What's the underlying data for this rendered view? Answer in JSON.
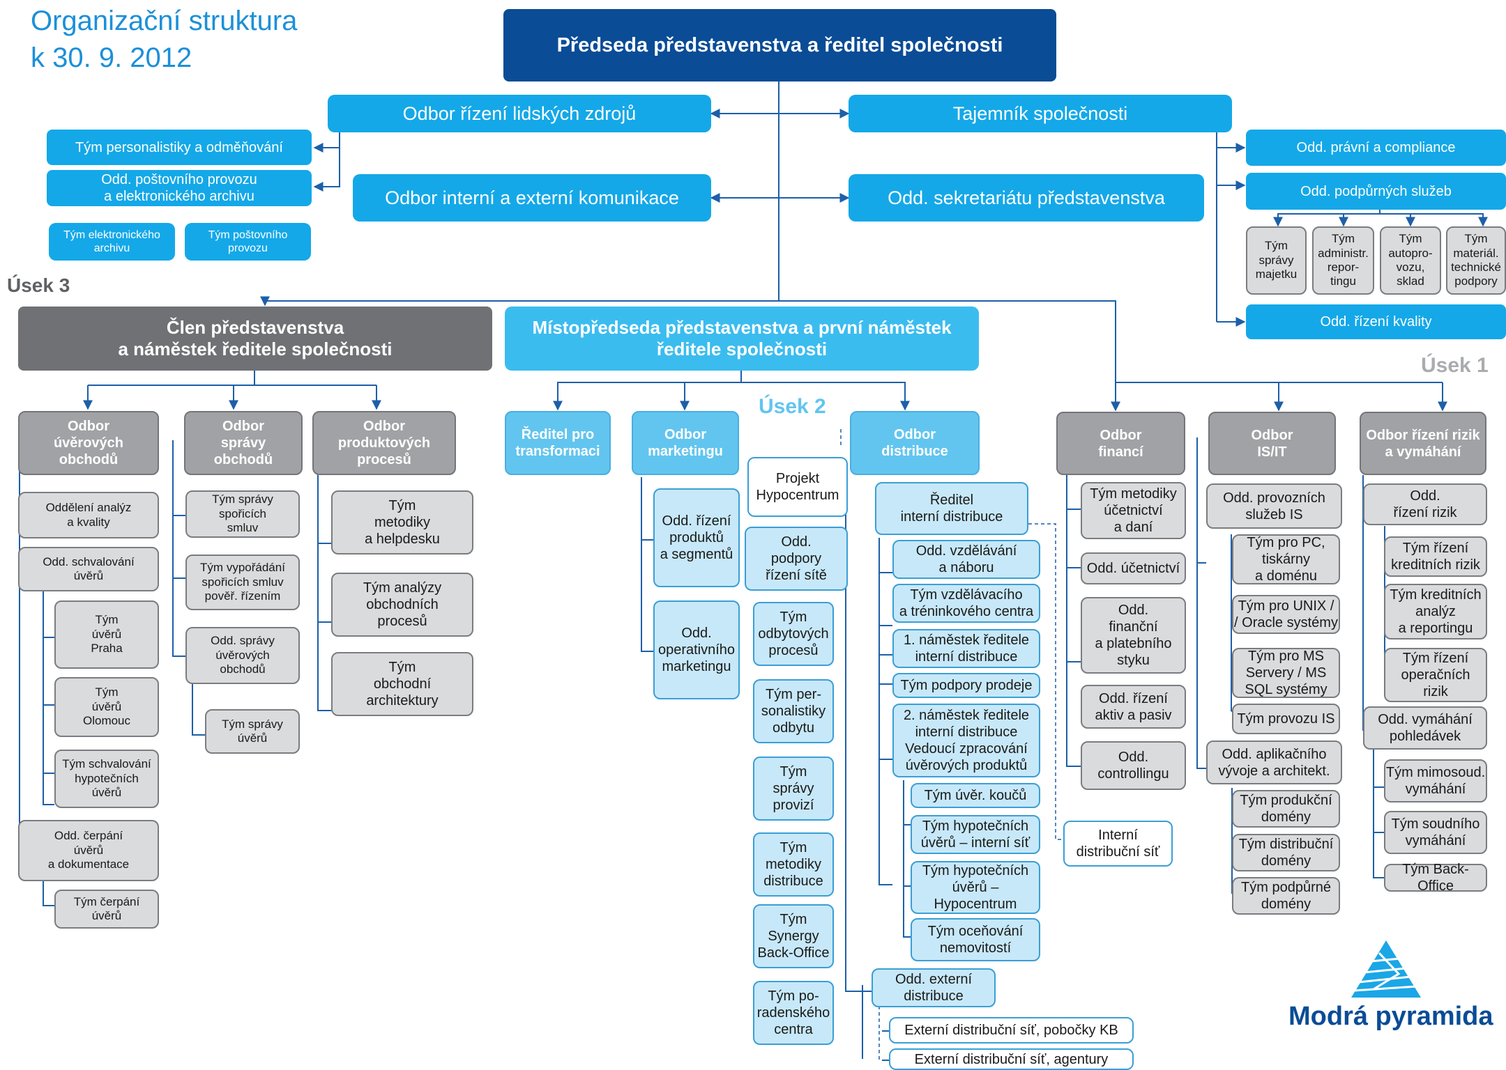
{
  "title": "Organizační struktura\nk 30. 9. 2012",
  "sections": {
    "usek1": "Úsek 1",
    "usek2": "Úsek 2",
    "usek3": "Úsek 3"
  },
  "brand": {
    "name": "Modrá pyramida"
  },
  "colors": {
    "navy": "#0a4c96",
    "cyan": "#14a8e8",
    "light_cyan": "#3bbcef",
    "dark_gray": "#707174",
    "gray": "#a1a2a5",
    "light_gray": "#dadbdd",
    "light_blue": "#c7e8f8"
  },
  "nodes": {
    "ceo": "Předseda představenstva a ředitel společnosti",
    "hr": "Odbor řízení lidských zdrojů",
    "secretary": "Tajemník společnosti",
    "comm": "Odbor interní a externí komunikace",
    "board_sec": "Odd. sekretariátu představenstva",
    "hr_pers": "Tým personalistiky a odměňování",
    "post": "Odd. poštovního provozu\na elektronického archivu",
    "earch": "Tým elektronického\narchivu",
    "postprov": "Tým poštovního\nprovozu",
    "legal": "Odd. právní a compliance",
    "support": "Odd. podpůrných služeb",
    "sp1": "Tým\nsprávy\nmajetku",
    "sp2": "Tým\nadministr.\nrepor-\ntingu",
    "sp3": "Tým\nautopro-\nvozu,\nsklad",
    "sp4": "Tým\nmateriál.\ntechnické\npodpory",
    "quality": "Odd. řízení kvality",
    "member": "Člen představenstva\na náměstek ředitele společnosti",
    "vice": "Místopředseda představenstva a první náměstek\nředitele společnosti",
    "credit": "Odbor\núvěrových\nobchodů",
    "savings": "Odbor\nsprávy\nobchodů",
    "products": "Odbor\nproduktových\nprocesů",
    "c1": "Oddělení analýz\na kvality",
    "c2": "Odd. schvalování\núvěrů",
    "c2a": "Tým\núvěrů\nPraha",
    "c2b": "Tým\núvěrů\nOlomouc",
    "c2c": "Tým schvalování\nhypotečních\núvěrů",
    "c3": "Odd. čerpání\núvěrů\na dokumentace",
    "c3a": "Tým čerpání\núvěrů",
    "s1": "Tým správy\nspořicích\nsmluv",
    "s2": "Tým vypořádání\nspořicích smluv\npověř. řízením",
    "s3": "Odd. správy\núvěrových\nobchodů",
    "s3a": "Tým správy\núvěrů",
    "p1": "Tým\nmetodiky\na helpdesku",
    "p2": "Tým analýzy\nobchodních\nprocesů",
    "p3": "Tým\nobchodní\narchitektury",
    "transform": "Ředitel pro\ntransformaci",
    "marketing": "Odbor\nmarketingu",
    "m1": "Odd. řízení\nproduktů\na segmentů",
    "m2": "Odd.\noperativního\nmarketingu",
    "distribution": "Odbor\ndistribuce",
    "hypo": "Projekt\nHypocentrum",
    "net": "Odd.\npodpory\nřízení sítě",
    "n1": "Tým\nodbytových\nprocesů",
    "n2": "Tým per-\nsonalistiky\nodbytu",
    "n3": "Tým\nsprávy\nprovizí",
    "n4": "Tým\nmetodiky\ndistribuce",
    "n5": "Tým\nSynergy\nBack-Office",
    "n6": "Tým po-\nradenského\ncentra",
    "intdir": "Ředitel\ninterní distribuce",
    "i1": "Odd. vzdělávání\na náboru",
    "i2": "Tým vzdělávacího\na tréninkového centra",
    "i3": "1. náměstek ředitele\ninterní distribuce",
    "i4": "Tým podpory prodeje",
    "i5": "2. náměstek ředitele\ninterní distribuce\nVedoucí zpracování\núvěrových produktů",
    "i5a": "Tým úvěr. koučů",
    "i5b": "Tým hypotečních\núvěrů – interní síť",
    "i5c": "Tým hypotečních\núvěrů –\nHypocentrum",
    "i5d": "Tým oceňování\nnemovitostí",
    "intnet": "Interní\ndistribuční síť",
    "ext": "Odd. externí\ndistribuce",
    "ext1": "Externí distribuční síť, pobočky KB",
    "ext2": "Externí distribuční síť, agentury",
    "finance": "Odbor\nfinancí",
    "f1": "Tým metodiky\núčetnictví\na daní",
    "f2": "Odd. účetnictví",
    "f3": "Odd.\nfinanční\na platebního\nstyku",
    "f4": "Odd. řízení\naktiv a pasiv",
    "f5": "Odd.\ncontrollingu",
    "it": "Odbor\nIS/IT",
    "it1": "Odd. provozních\nslužeb IS",
    "it1a": "Tým pro PC,\ntiskárny\na doménu",
    "it1b": "Tým pro UNIX /\n/ Oracle systémy",
    "it1c": "Tým pro MS\nServery / MS\nSQL systémy",
    "it1d": "Tým provozu IS",
    "it2": "Odd. aplikačního\nvývoje a architekt.",
    "it2a": "Tým produkční\ndomény",
    "it2b": "Tým distribuční\ndomény",
    "it2c": "Tým podpůrné\ndomény",
    "risk": "Odbor řízení rizik\na vymáhání",
    "r1": "Odd.\nřízení rizik",
    "r1a": "Tým řízení\nkreditních rizik",
    "r1b": "Tým kreditních\nanalýz\na reportingu",
    "r1c": "Tým řízení\noperačních\nrizik",
    "r2": "Odd. vymáhání\npohledávek",
    "r2a": "Tým mimosoud.\nvymáhání",
    "r2b": "Tým soudního\nvymáhání",
    "r2c": "Tým Back-Office"
  }
}
